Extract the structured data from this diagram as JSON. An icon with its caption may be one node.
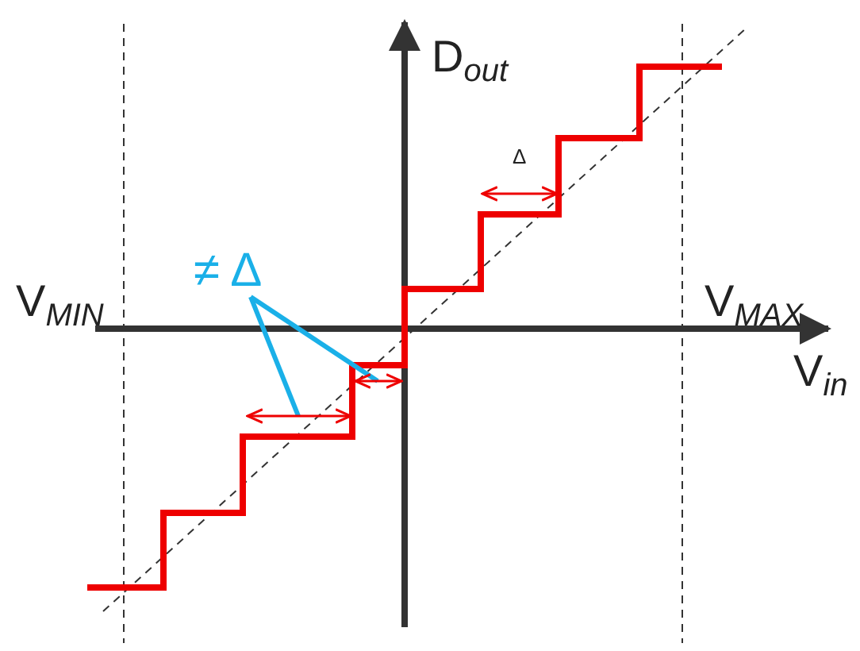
{
  "diagram": {
    "nodes": [
      {
        "text": [
          "≠ Δ"
        ]
      },
      {
        "text": [],
        "shape": "arrow"
      },
      {
        "text": [],
        "shape": "arrow"
      }
    ],
    "edges": [
      {
        "from": 0,
        "to": 1,
        "arrow": "none"
      },
      {
        "from": 0,
        "to": 2,
        "arrow": "none"
      }
    ],
    "labels": [
      "D$_{out}$",
      "V$_{MIN}$",
      "V$_{MAX}$",
      "V$_{in}$",
      "Δ"
    ]
  }
}
